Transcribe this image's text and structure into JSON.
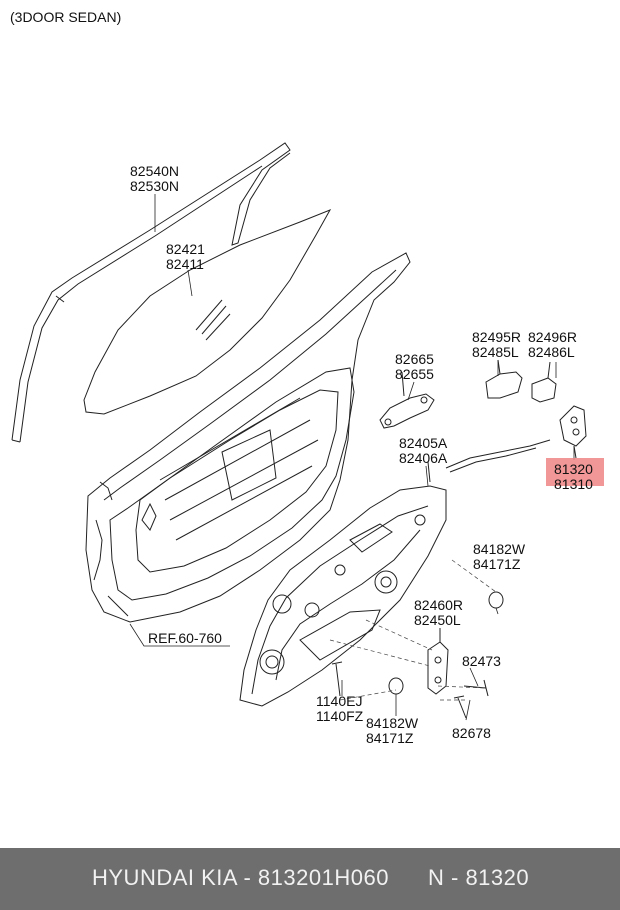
{
  "header": {
    "title": "(3DOOR SEDAN)"
  },
  "parts": {
    "belt_molding": [
      "82540N",
      "82530N"
    ],
    "glass": [
      "82421",
      "82411"
    ],
    "outside_handle": [
      "82665",
      "82655"
    ],
    "bracket_r": [
      "82495R",
      "82485L"
    ],
    "bracket_l": [
      "82496R",
      "82486L"
    ],
    "cable": [
      "82405A",
      "82406A"
    ],
    "latch": [
      "81320",
      "81310"
    ],
    "ref": "REF.60-760",
    "plug_a": [
      "84182W",
      "84171Z"
    ],
    "regulator": [
      "82460R",
      "82450L"
    ],
    "bolt_a": "82473",
    "bolt_b": "82678",
    "screw": [
      "1140EJ",
      "1140FZ"
    ],
    "plug_b": [
      "84182W",
      "84171Z"
    ]
  },
  "highlight": {
    "part": "81320",
    "color": "#f08585"
  },
  "footer": {
    "brand": "HYUNDAI  KIA - 813201H060",
    "ref": "N - 81320",
    "bg_color": "#6e6e6e"
  }
}
